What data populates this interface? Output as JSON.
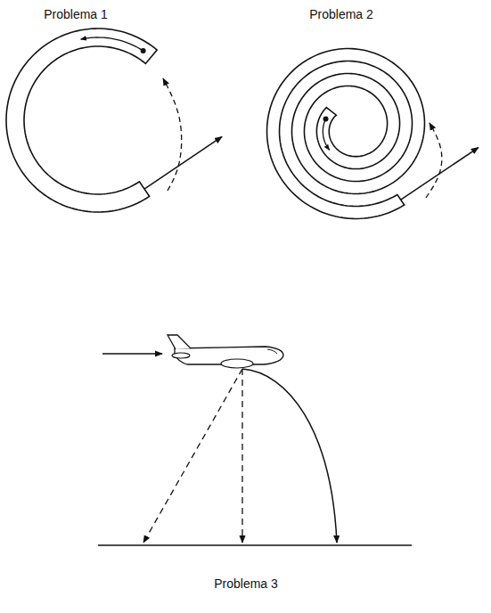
{
  "diagram": {
    "labels": [
      "Problema 1",
      "Problema 2",
      "Problema 3"
    ]
  }
}
